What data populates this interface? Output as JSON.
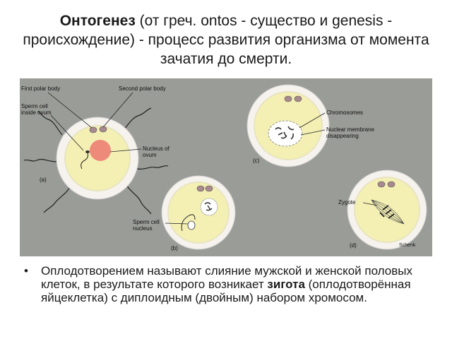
{
  "title": {
    "bold": "Онтогенез",
    "rest": " (от греч. ontos - существо и genesis - происхождение) - процесс развития организма от момента зачатия до смерти."
  },
  "figure": {
    "labels": {
      "first_polar_body": "First polar body",
      "second_polar_body": "Second polar body",
      "sperm_inside_1": "Sperm cell",
      "sperm_inside_2": "inside ovum",
      "nucleus_of_1": "Nucleus of",
      "nucleus_of_2": "ovum",
      "chromosomes": "Chromosomes",
      "nuclear_membrane_1": "Nuclear membrane",
      "nuclear_membrane_2": "disappearing",
      "sperm_nucleus_1": "Sperm cell",
      "sperm_nucleus_2": "nucleus",
      "zygote": "Zygote",
      "panel_a": "(a)",
      "panel_b": "(b)",
      "panel_c": "(c)",
      "panel_d": "(d)",
      "credit": "Schenk"
    },
    "colors": {
      "background": "#9a9c97",
      "cell_fill": "#f4f0b4",
      "cell_ring": "#ffffff",
      "nucleus": "#ee8a7a",
      "polar_body": "#a88a8e"
    }
  },
  "bullet": {
    "marker": "•",
    "part1": "Оплодотворением называют слияние мужской и женской половых клеток, в результате которого возникает ",
    "bold": "зигота",
    "part2": " (оплодотворённая яйцеклетка) с диплоидным (двойным) набором хромосом."
  }
}
